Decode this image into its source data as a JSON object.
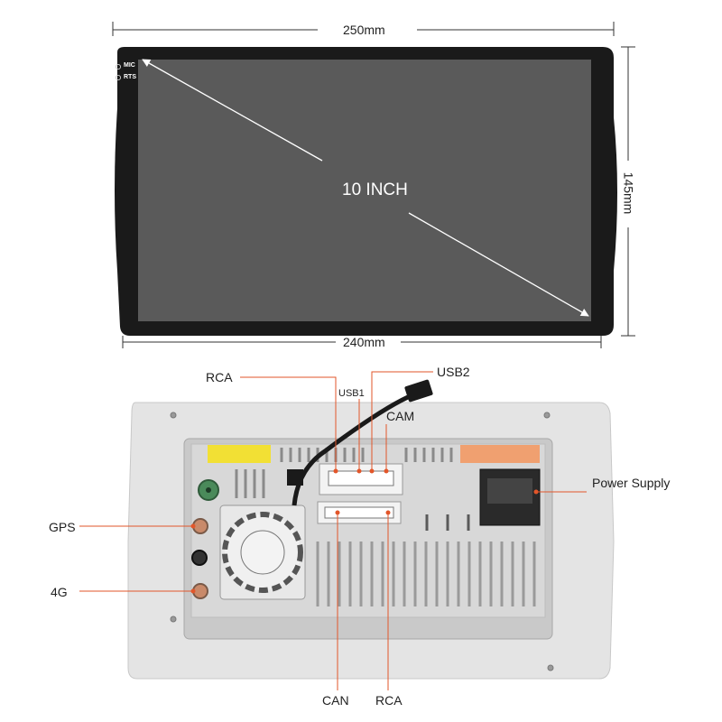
{
  "dimensions": {
    "top_width": "250mm",
    "bottom_width": "240mm",
    "height": "145mm"
  },
  "screen": {
    "size_label": "10 INCH",
    "mic_label": "MIC",
    "rts_label": "RTS"
  },
  "ports": {
    "rca_top": "RCA",
    "usb1": "USB1",
    "usb2": "USB2",
    "cam": "CAM",
    "power_supply": "Power Supply",
    "gps": "GPS",
    "four_g": "4G",
    "can": "CAN",
    "rca_bottom": "RCA"
  },
  "colors": {
    "leader_line": "#e2562a",
    "bezel": "#1a1a1a",
    "screen": "#5a5a5a",
    "chassis": "#d9d9d9"
  }
}
